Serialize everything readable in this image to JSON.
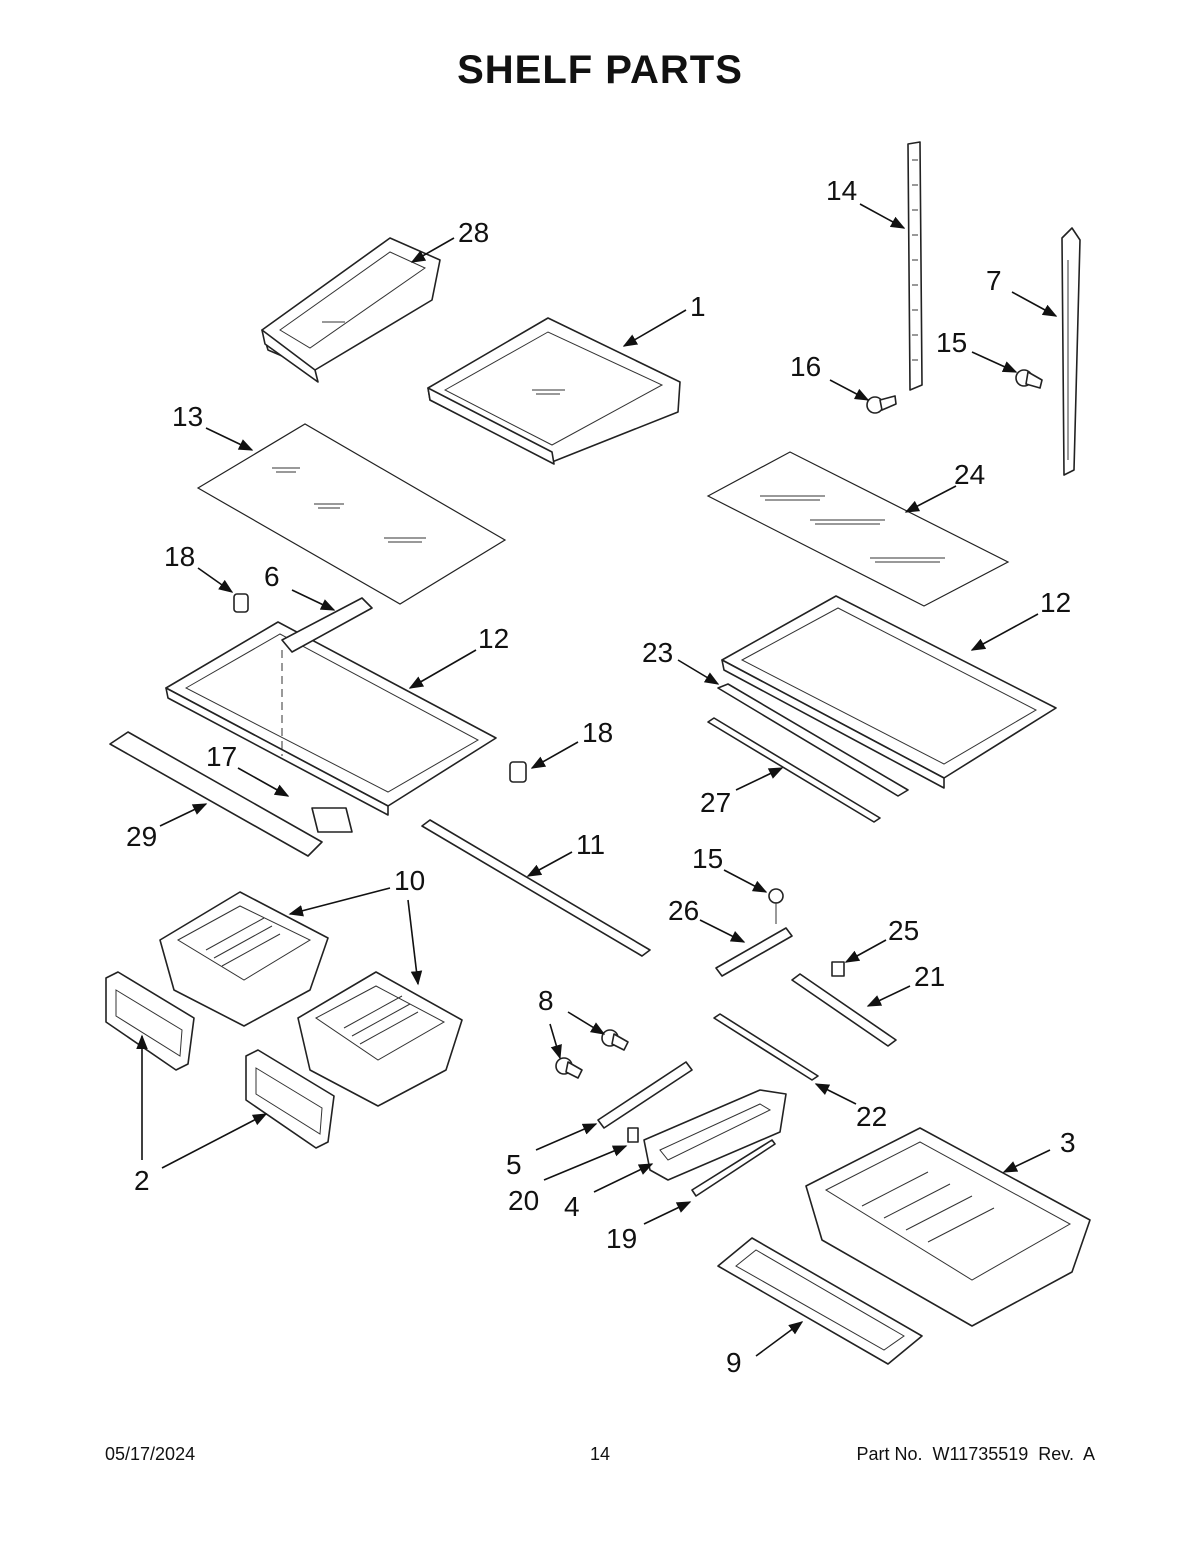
{
  "title": "SHELF PARTS",
  "footer": {
    "date": "05/17/2024",
    "page": "14",
    "part_no": "Part No.  W11735519  Rev.  A"
  },
  "callouts": [
    {
      "id": "c28",
      "label": "28"
    },
    {
      "id": "c1",
      "label": "1"
    },
    {
      "id": "c14",
      "label": "14"
    },
    {
      "id": "c7",
      "label": "7"
    },
    {
      "id": "c15a",
      "label": "15"
    },
    {
      "id": "c16",
      "label": "16"
    },
    {
      "id": "c13",
      "label": "13"
    },
    {
      "id": "c24",
      "label": "24"
    },
    {
      "id": "c18a",
      "label": "18"
    },
    {
      "id": "c6",
      "label": "6"
    },
    {
      "id": "c12a",
      "label": "12"
    },
    {
      "id": "c12b",
      "label": "12"
    },
    {
      "id": "c23",
      "label": "23"
    },
    {
      "id": "c18b",
      "label": "18"
    },
    {
      "id": "c17",
      "label": "17"
    },
    {
      "id": "c27",
      "label": "27"
    },
    {
      "id": "c29",
      "label": "29"
    },
    {
      "id": "c11",
      "label": "11"
    },
    {
      "id": "c15b",
      "label": "15"
    },
    {
      "id": "c10",
      "label": "10"
    },
    {
      "id": "c26",
      "label": "26"
    },
    {
      "id": "c25",
      "label": "25"
    },
    {
      "id": "c21",
      "label": "21"
    },
    {
      "id": "c8",
      "label": "8"
    },
    {
      "id": "c22",
      "label": "22"
    },
    {
      "id": "c3",
      "label": "3"
    },
    {
      "id": "c5",
      "label": "5"
    },
    {
      "id": "c20",
      "label": "20"
    },
    {
      "id": "c4",
      "label": "4"
    },
    {
      "id": "c2",
      "label": "2"
    },
    {
      "id": "c19",
      "label": "19"
    },
    {
      "id": "c9",
      "label": "9"
    }
  ]
}
